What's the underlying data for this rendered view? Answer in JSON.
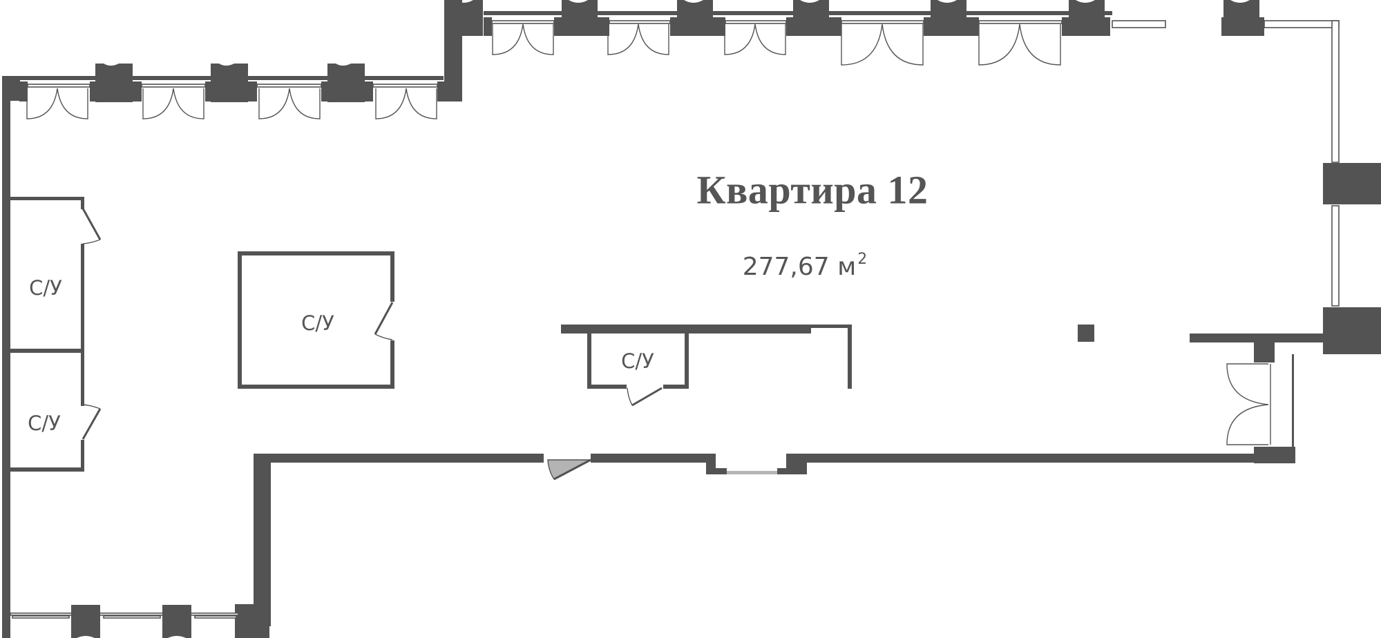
{
  "plan": {
    "apartment_title": "Квартира 12",
    "area_value": "277,67 м",
    "area_superscript": "2",
    "rooms": [
      {
        "label": "С/У",
        "position": "left-upper"
      },
      {
        "label": "С/У",
        "position": "left-lower"
      },
      {
        "label": "С/У",
        "position": "center-left"
      },
      {
        "label": "С/У",
        "position": "center"
      }
    ],
    "colors": {
      "wall": "#535353",
      "text": "#555555",
      "entry_door_fill": "#b4b4b4",
      "background": "#ffffff"
    }
  }
}
